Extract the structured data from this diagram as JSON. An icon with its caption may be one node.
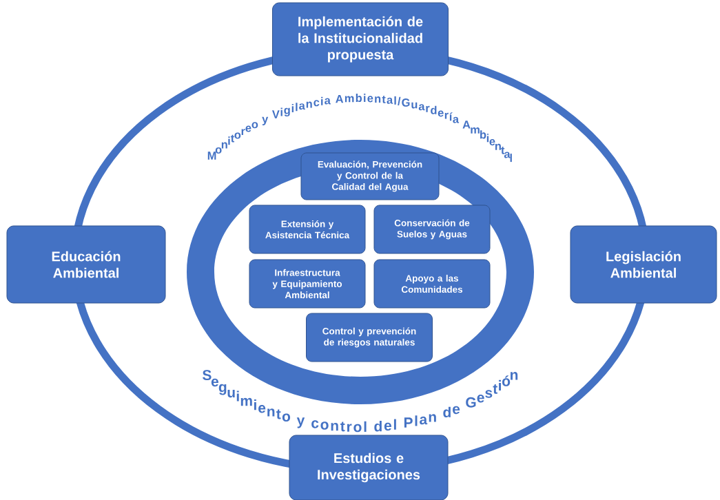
{
  "diagram": {
    "nodes": [
      {
        "text": [
          "Implementación de la Institucionalidad propuesta"
        ]
      },
      {
        "text": [
          "Educación Ambiental"
        ]
      },
      {
        "text": [
          "Legislación Ambiental"
        ]
      },
      {
        "text": [
          "Evaluación, Prevención y Control de la Calidad del Agua"
        ]
      },
      {
        "text": [
          "Extensión y Asistencia Técnica"
        ]
      },
      {
        "text": [
          "Conservación de Suelos y Aguas"
        ]
      },
      {
        "text": [
          "Infraestructura y Equipamiento Ambiental"
        ]
      },
      {
        "text": [
          "Apoyo a las Comunidades"
        ]
      },
      {
        "text": [
          "Control y prevención de riesgos naturales"
        ]
      },
      {
        "text": [
          "Estudios e Investigaciones"
        ]
      }
    ],
    "labels": [
      "Monitoreo y Vigilancia Ambiental/Guardería Ambiental",
      "Seguimiento y control del Plan de Gestión"
    ]
  }
}
